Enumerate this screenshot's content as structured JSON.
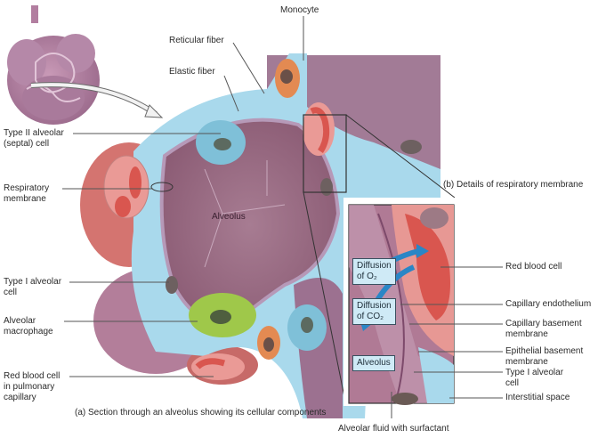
{
  "figure": {
    "caption_a": "(a) Section through an alveolus showing its cellular components",
    "caption_b": "(b) Details of respiratory membrane",
    "center_label": "Alveolus"
  },
  "labels_left": [
    {
      "id": "type2",
      "text": "Type II alveolar\n(septal) cell"
    },
    {
      "id": "respmem",
      "text": "Respiratory\nmembrane"
    },
    {
      "id": "type1",
      "text": "Type I alveolar\ncell"
    },
    {
      "id": "macro",
      "text": "Alveolar\nmacrophage"
    },
    {
      "id": "rbc",
      "text": "Red blood cell\nin pulmonary\ncapillary"
    }
  ],
  "labels_top": {
    "monocyte": "Monocyte",
    "reticular": "Reticular fiber",
    "elastic": "Elastic fiber"
  },
  "labels_right": [
    {
      "id": "rbc2",
      "text": "Red blood cell"
    },
    {
      "id": "capendo",
      "text": "Capillary endothelium"
    },
    {
      "id": "capbase",
      "text": "Capillary basement\nmembrane"
    },
    {
      "id": "epibase",
      "text": "Epithelial basement\nmembrane"
    },
    {
      "id": "type1b",
      "text": "Type I alveolar\ncell"
    },
    {
      "id": "interstitial",
      "text": "Interstitial space"
    }
  ],
  "bottom_label": "Alveolar fluid with surfactant",
  "inset_boxes": {
    "o2": "Diffusion\nof O₂",
    "co2": "Diffusion\nof CO₂",
    "alveolus": "Alveolus"
  },
  "colors": {
    "alveolus": "#9e6f86",
    "interstitium": "#a9d9ec",
    "rbc": "#d9564f",
    "monocyte": "#e38a52",
    "type2": "#7fc0d8",
    "macrophage": "#9fc84a",
    "capillary": "#e48a86",
    "arrow": "#2a86c6"
  }
}
